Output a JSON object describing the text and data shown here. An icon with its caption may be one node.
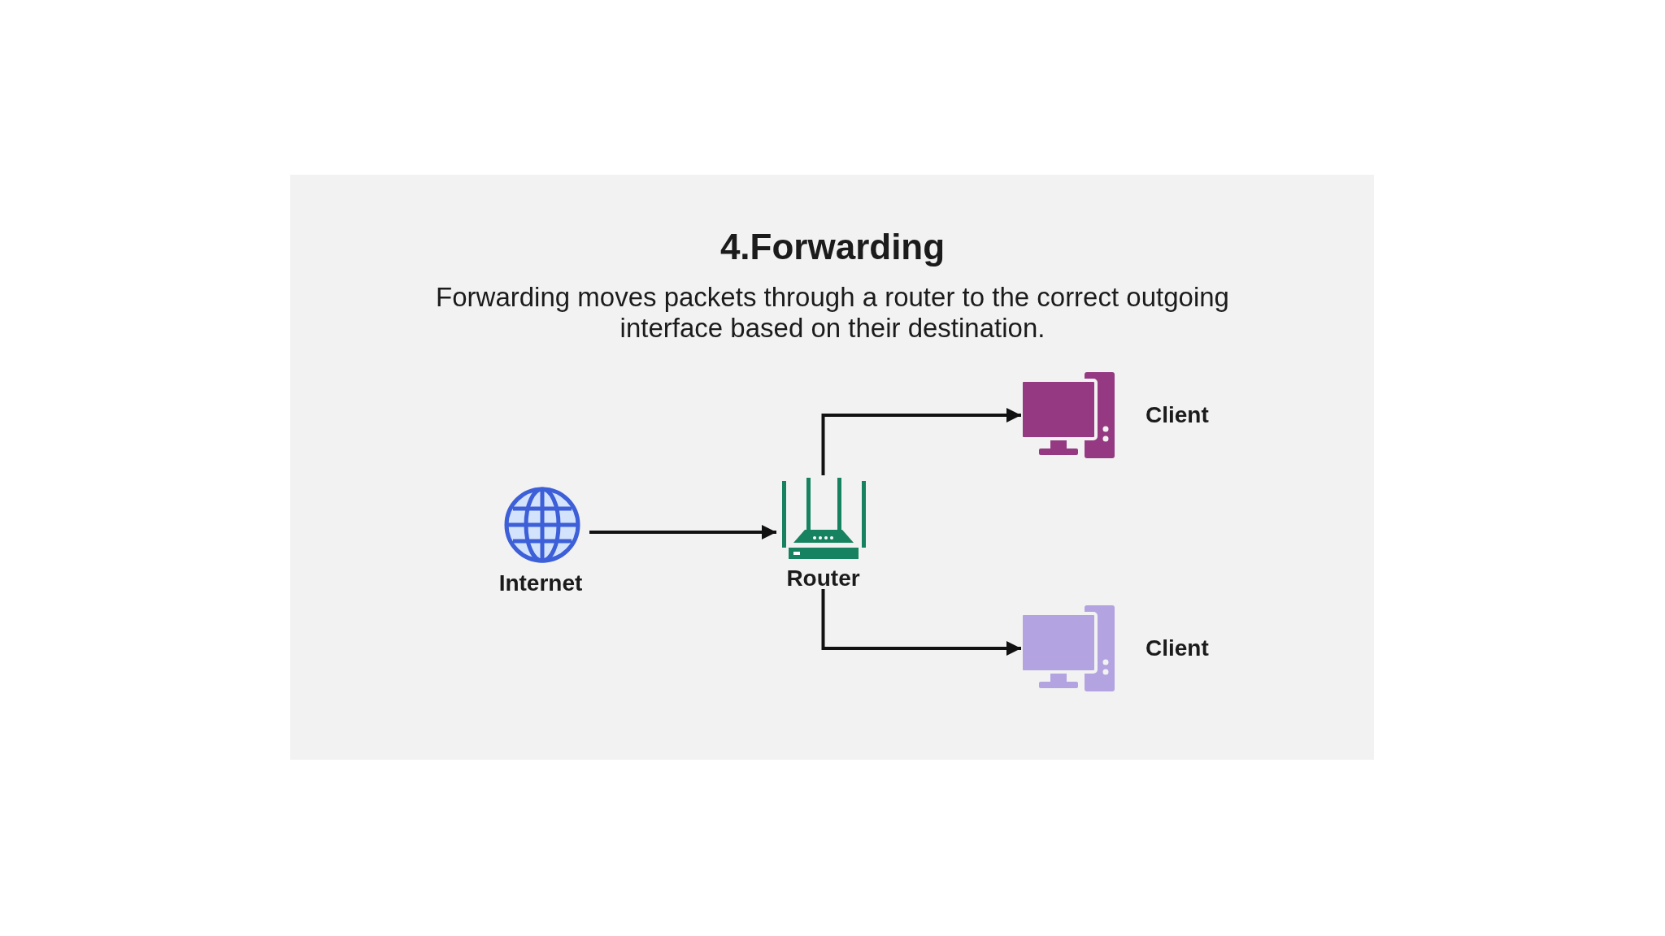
{
  "diagram": {
    "title": "4.Forwarding",
    "caption": "Forwarding moves packets through a router to the correct outgoing interface based on their destination.",
    "nodes": [
      {
        "text": [
          "Internet"
        ]
      },
      {
        "text": [
          "Router"
        ]
      },
      {
        "text": [
          "Client"
        ]
      },
      {
        "text": [
          "Client"
        ]
      }
    ],
    "edges": [
      {
        "from": 0,
        "to": 1,
        "arrow": "to"
      },
      {
        "from": 1,
        "to": 2,
        "arrow": "to"
      },
      {
        "from": 1,
        "to": 3,
        "arrow": "to"
      }
    ]
  }
}
